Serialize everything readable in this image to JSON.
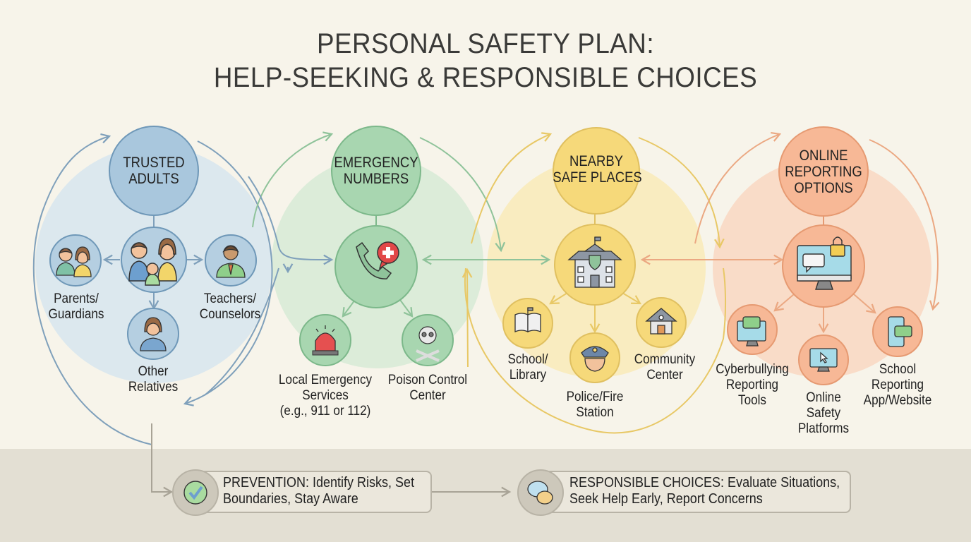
{
  "title": {
    "line1": "PERSONAL SAFETY PLAN:",
    "line2": "HELP-SEEKING & RESPONSIBLE CHOICES"
  },
  "colors": {
    "background": "#f7f4ea",
    "footer": "#e3dfd3",
    "blue": "#7fa6c4",
    "green": "#8cc49a",
    "yellow": "#f0cf6a",
    "orange": "#f0a880"
  },
  "sections": [
    {
      "id": "trusted-adults",
      "hub": "TRUSTED ADULTS",
      "hub_lines": [
        "TRUSTED",
        "ADULTS"
      ],
      "center_icon": "family-icon",
      "items": [
        {
          "lines": [
            "Parents/",
            "Guardians"
          ],
          "icon": "parents-icon"
        },
        {
          "lines": [
            "Teachers/",
            "Counselors"
          ],
          "icon": "teacher-icon"
        },
        {
          "lines": [
            "Other",
            "Relatives"
          ],
          "icon": "relative-icon"
        }
      ]
    },
    {
      "id": "emergency-numbers",
      "hub": "EMERGENCY NUMBERS",
      "hub_lines": [
        "EMERGENCY",
        "NUMBERS"
      ],
      "center_icon": "phone-medical-icon",
      "items": [
        {
          "lines": [
            "Local Emergency",
            "Services",
            "(e.g., 911 or 112)"
          ],
          "icon": "siren-icon"
        },
        {
          "lines": [
            "Poison Control",
            "Center"
          ],
          "icon": "skull-crossbones-icon"
        }
      ]
    },
    {
      "id": "nearby-safe-places",
      "hub": "NEARBY SAFE PLACES",
      "hub_lines": [
        "NEARBY",
        "SAFE PLACES"
      ],
      "center_icon": "safe-building-icon",
      "items": [
        {
          "lines": [
            "School/",
            "Library"
          ],
          "icon": "book-icon"
        },
        {
          "lines": [
            "Police/Fire",
            "Station"
          ],
          "icon": "police-officer-icon"
        },
        {
          "lines": [
            "Community",
            "Center"
          ],
          "icon": "community-house-icon"
        }
      ]
    },
    {
      "id": "online-reporting-options",
      "hub": "ONLINE REPORTING OPTIONS",
      "hub_lines": [
        "ONLINE",
        "REPORTING",
        "OPTIONS"
      ],
      "center_icon": "secure-computer-icon",
      "items": [
        {
          "lines": [
            "Cyberbullying",
            "Reporting",
            "Tools"
          ],
          "icon": "monitor-chat-icon"
        },
        {
          "lines": [
            "Online",
            "Safety",
            "Platforms"
          ],
          "icon": "monitor-cursor-icon"
        },
        {
          "lines": [
            "School",
            "Reporting",
            "App/Website"
          ],
          "icon": "phone-chat-icon"
        }
      ]
    }
  ],
  "footer": {
    "prevention": {
      "icon": "checkmark-icon",
      "line1": "PREVENTION: Identify Risks, Set",
      "line2": "Boundaries, Stay Aware"
    },
    "responsible": {
      "icon": "chat-bubbles-icon",
      "line1": "RESPONSIBLE CHOICES: Evaluate Situations,",
      "line2": "Seek Help Early, Report Concerns"
    }
  }
}
